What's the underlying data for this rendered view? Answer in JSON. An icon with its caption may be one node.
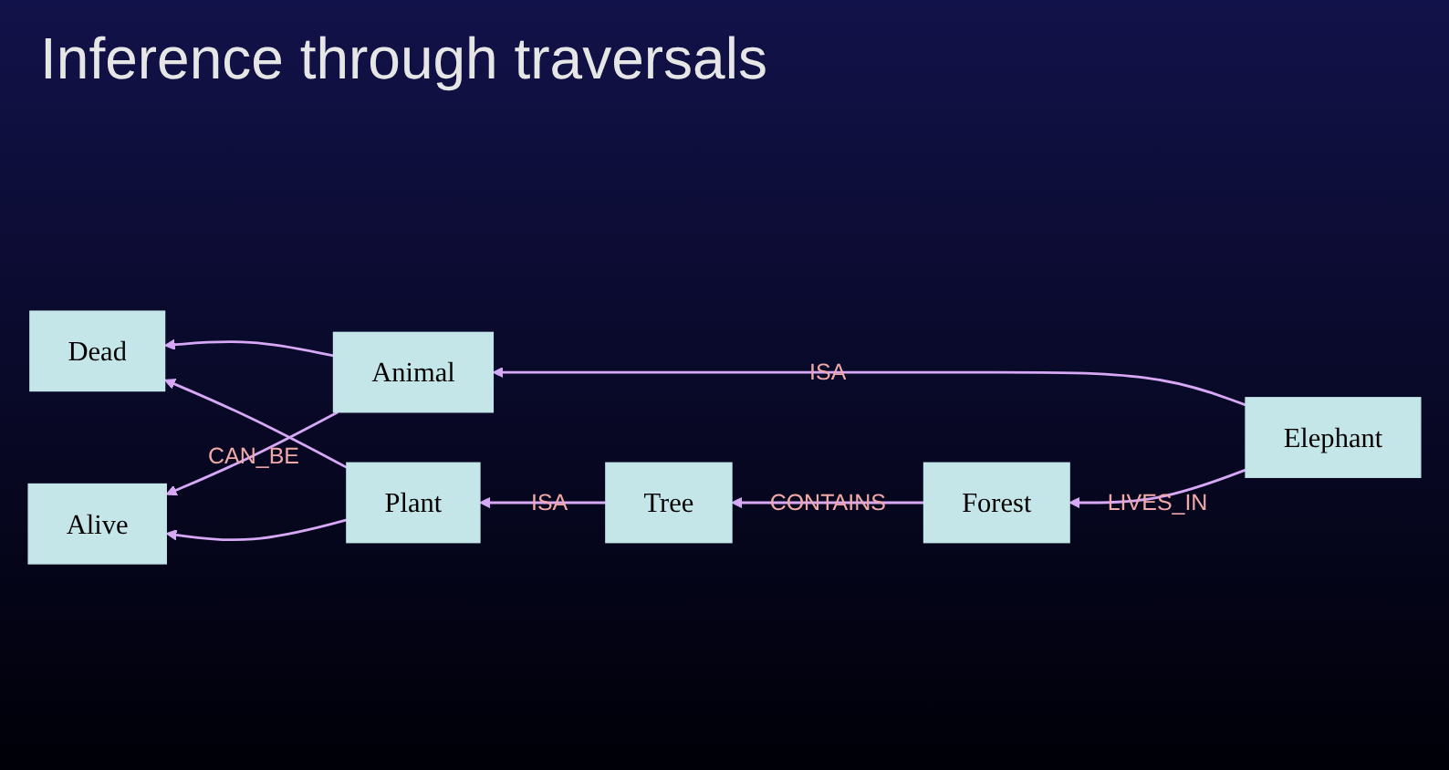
{
  "diagram": {
    "title": "Inference through traversals",
    "nodes": [
      {
        "text": [
          "Elephant"
        ]
      },
      {
        "text": [
          "Animal"
        ]
      },
      {
        "text": [
          "Dead"
        ]
      },
      {
        "text": [
          "Forest"
        ]
      },
      {
        "text": [
          "Alive"
        ]
      },
      {
        "text": [
          "Plant"
        ]
      },
      {
        "text": [
          "Tree"
        ]
      }
    ],
    "edges": [
      {
        "from": 0,
        "to": 1,
        "arrow": "to",
        "label": "ISA"
      },
      {
        "from": 0,
        "to": 3,
        "arrow": "to",
        "label": "LIVES_IN"
      },
      {
        "from": 1,
        "to": 2,
        "arrow": "to"
      },
      {
        "from": 1,
        "to": 4,
        "arrow": "to",
        "label": "CAN_BE"
      },
      {
        "from": 5,
        "to": 2,
        "arrow": "to"
      },
      {
        "from": 5,
        "to": 4,
        "arrow": "to"
      },
      {
        "from": 3,
        "to": 6,
        "arrow": "to",
        "label": "CONTAINS"
      },
      {
        "from": 6,
        "to": 5,
        "arrow": "to",
        "label": "ISA"
      }
    ]
  }
}
